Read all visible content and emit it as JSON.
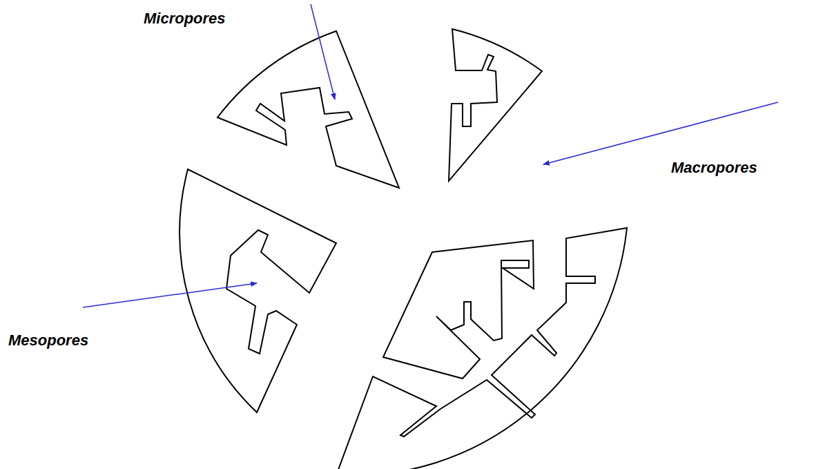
{
  "diagram": {
    "labels": [
      "Micropores",
      "Macropores",
      "Mesopores"
    ]
  }
}
